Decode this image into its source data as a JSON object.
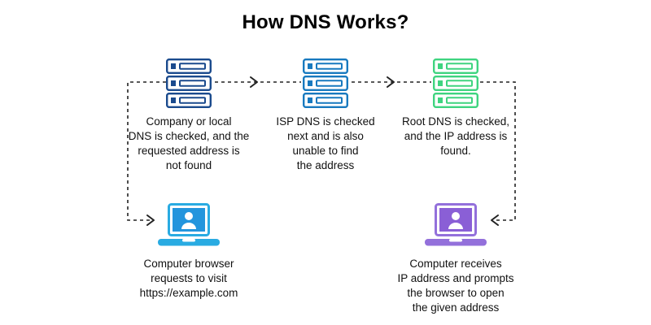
{
  "title": "How DNS Works?",
  "servers": [
    {
      "name": "company-local-dns",
      "caption": "Company or local\nDNS is checked, and the\nrequested address is\nnot found",
      "color": "#1a4a8d"
    },
    {
      "name": "isp-dns",
      "caption": "ISP DNS is checked\nnext and is also\nunable to find\nthe address",
      "color": "#1779bf"
    },
    {
      "name": "root-dns",
      "caption": "Root DNS is checked,\nand the IP address is\nfound.",
      "color": "#3ed47f"
    }
  ],
  "computers": [
    {
      "name": "requesting-computer",
      "caption": "Computer browser\nrequests to visit\nhttps://example.com",
      "frame": "#29abe2",
      "screen": "#2395dd"
    },
    {
      "name": "receiving-computer",
      "caption": "Computer receives\nIP address and prompts\nthe browser to open\nthe given address",
      "frame": "#9370db",
      "screen": "#8a5fd6"
    }
  ],
  "connector_color": "#222222"
}
